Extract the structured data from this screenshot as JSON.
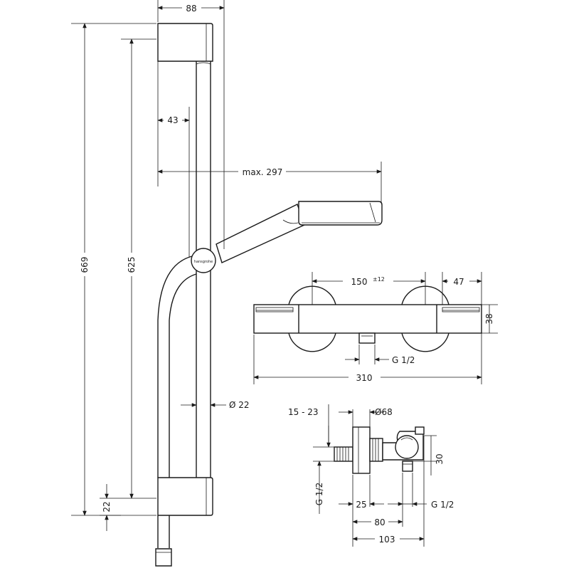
{
  "dimensions": {
    "bar_width": "88",
    "bar_offset": "43",
    "hose_reach": "max. 297",
    "total_height": "669",
    "rail_height": "625",
    "bottom_gap": "22",
    "rail_diameter": "Ø 22",
    "valve_centers": "150",
    "valve_centers_tol": "±12",
    "valve_end": "47",
    "valve_height": "38",
    "valve_inlet": "G 1/2",
    "valve_length": "310",
    "side_adjust": "15 - 23",
    "side_flange": "Ø68",
    "side_thread": "G 1/2",
    "side_depth_25": "25",
    "side_depth_80": "80",
    "side_depth_103": "103",
    "side_outlet_height": "30",
    "side_outlet": "G 1/2"
  },
  "colors": {
    "line": "#1a1a1a",
    "background": "#ffffff"
  }
}
